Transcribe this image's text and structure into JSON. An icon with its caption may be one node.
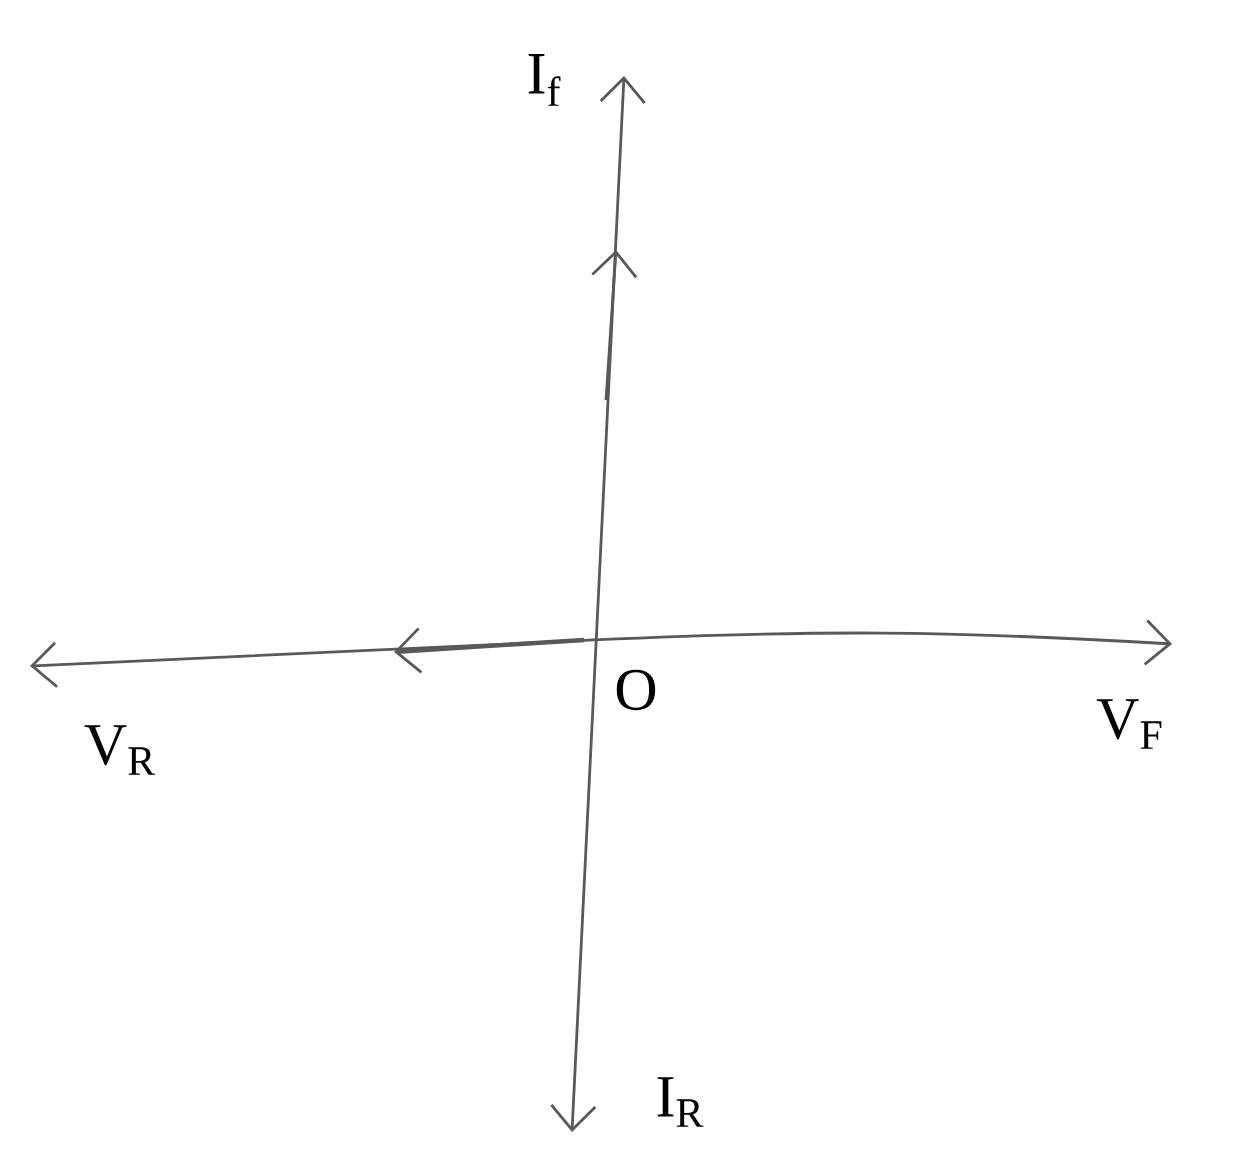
{
  "diagram": {
    "labels": [
      "I$_{f}$",
      "V$_{R}$",
      "O",
      "V$_{F}$",
      "I$_{R}$"
    ]
  }
}
